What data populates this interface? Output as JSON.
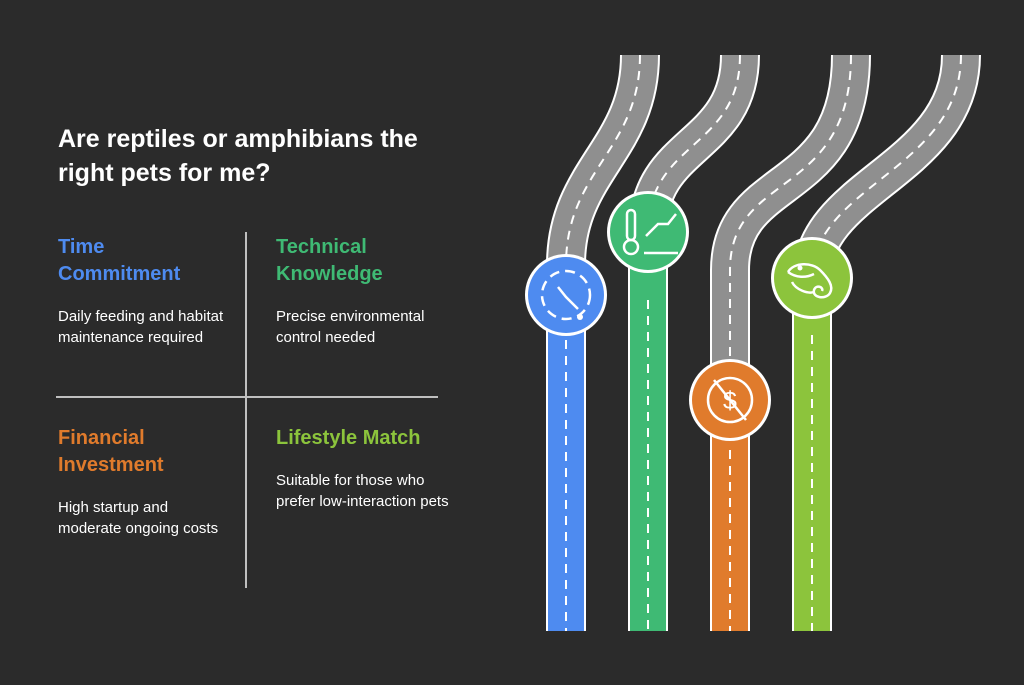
{
  "title": "Are reptiles or amphibians the right pets for me?",
  "colors": {
    "background": "#2b2b2b",
    "road": "#8f8f8f",
    "time": "#4e8bf0",
    "technical": "#3fba74",
    "financial": "#e07b2c",
    "lifestyle": "#8cc43c"
  },
  "quadrants": [
    {
      "key": "time",
      "heading": "Time Commitment",
      "text": "Daily feeding and habitat maintenance required",
      "icon": "clock-icon"
    },
    {
      "key": "technical",
      "heading": "Technical Knowledge",
      "text": "Precise environmental control needed",
      "icon": "thermometer-icon"
    },
    {
      "key": "financial",
      "heading": "Financial Investment",
      "text": "High startup and moderate ongoing costs",
      "icon": "dollar-icon"
    },
    {
      "key": "lifestyle",
      "heading": "Lifestyle Match",
      "text": "Suitable for those who prefer low-interaction pets",
      "icon": "chameleon-icon"
    }
  ]
}
